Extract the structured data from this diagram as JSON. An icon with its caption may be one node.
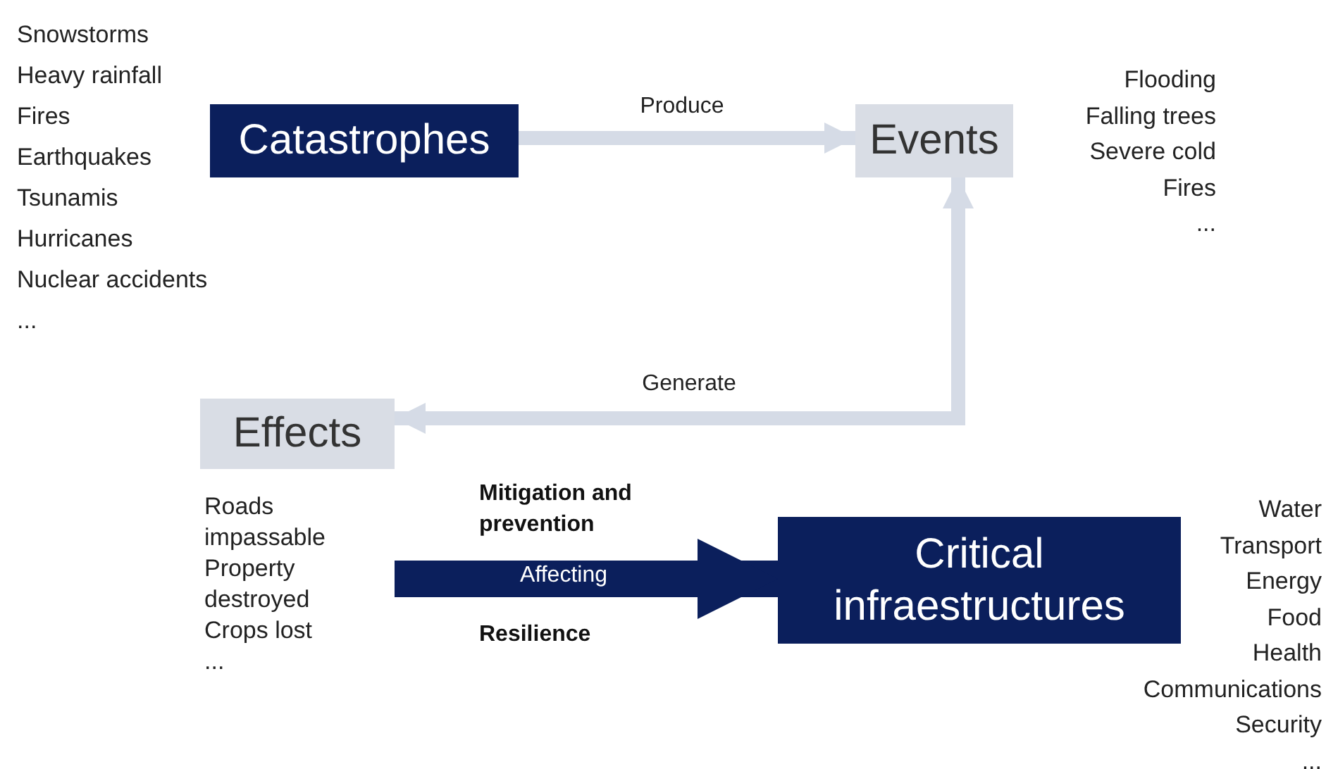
{
  "diagram": {
    "nodes": [
      {
        "text": [
          "Catastrophes"
        ],
        "beside": [
          "Snowstorms",
          "Heavy rainfall",
          "Fires",
          "Earthquakes",
          "Tsunamis",
          "Hurricanes",
          "Nuclear accidents",
          "..."
        ]
      },
      {
        "text": [
          "Events"
        ],
        "beside": [
          "Flooding",
          "Falling trees",
          "Severe cold",
          "Fires",
          "..."
        ]
      },
      {
        "text": [
          "Effects"
        ],
        "beside": [
          "Roads impassable",
          "Property destroyed",
          "Crops lost",
          "..."
        ]
      },
      {
        "text": [
          "Critical infraestructures"
        ],
        "beside": [
          "Water",
          "Transport",
          "Energy",
          "Food",
          "Health",
          "Communications",
          "Security",
          "..."
        ]
      }
    ],
    "edges": [
      {
        "from": 0,
        "to": 1,
        "arrow": "to",
        "label": "Produce"
      },
      {
        "from": 2,
        "to": 1,
        "arrow": "both",
        "label": "Generate"
      },
      {
        "from": 2,
        "to": 3,
        "arrow": "to",
        "label": "Affecting",
        "style": "thick",
        "color": "#0b1f5c"
      }
    ],
    "labels": [
      "Mitigation and prevention",
      "Resilience"
    ]
  }
}
